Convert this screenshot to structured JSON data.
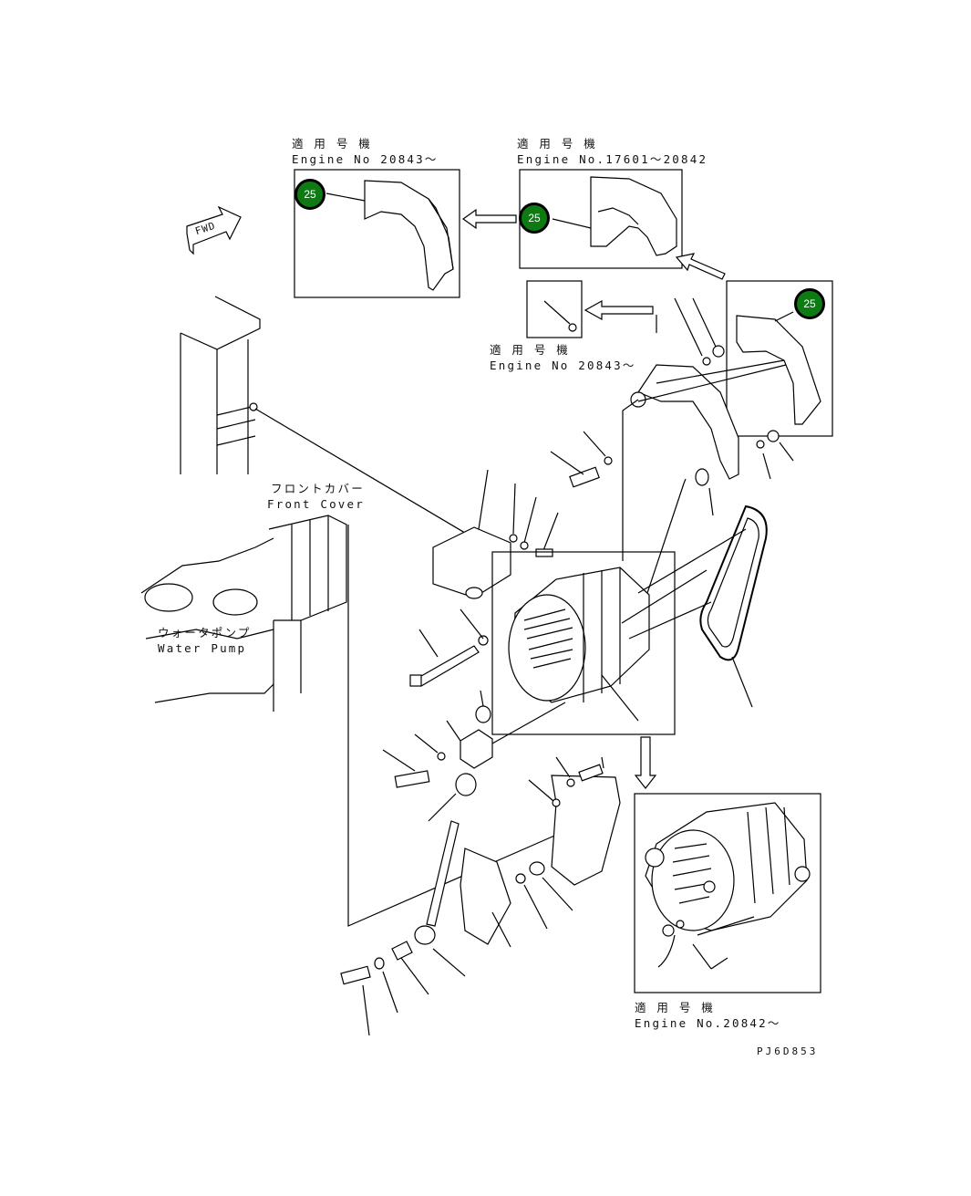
{
  "labels": {
    "top_left_ja": "適 用 号 機",
    "top_left_en": "Engine No 20843〜",
    "top_mid_ja": "適 用 号 機",
    "top_mid_en": "Engine No.17601〜20842",
    "mid_ja": "適 用 号 機",
    "mid_en": "Engine No 20843〜",
    "front_cover_ja": "フロントカバー",
    "front_cover_en": "Front Cover",
    "water_pump_ja": "ウォータポンプ",
    "water_pump_en": "Water Pump",
    "bottom_right_ja": "適 用 号 機",
    "bottom_right_en": "Engine No.20842〜",
    "fwd": "FWD",
    "drawing_code": "PJ6D853"
  },
  "callouts": [
    {
      "id": "callout-a",
      "text": "25"
    },
    {
      "id": "callout-b",
      "text": "25"
    },
    {
      "id": "callout-c",
      "text": "25"
    }
  ],
  "colors": {
    "callout_fill": "#0d7a12",
    "line": "#000000"
  }
}
